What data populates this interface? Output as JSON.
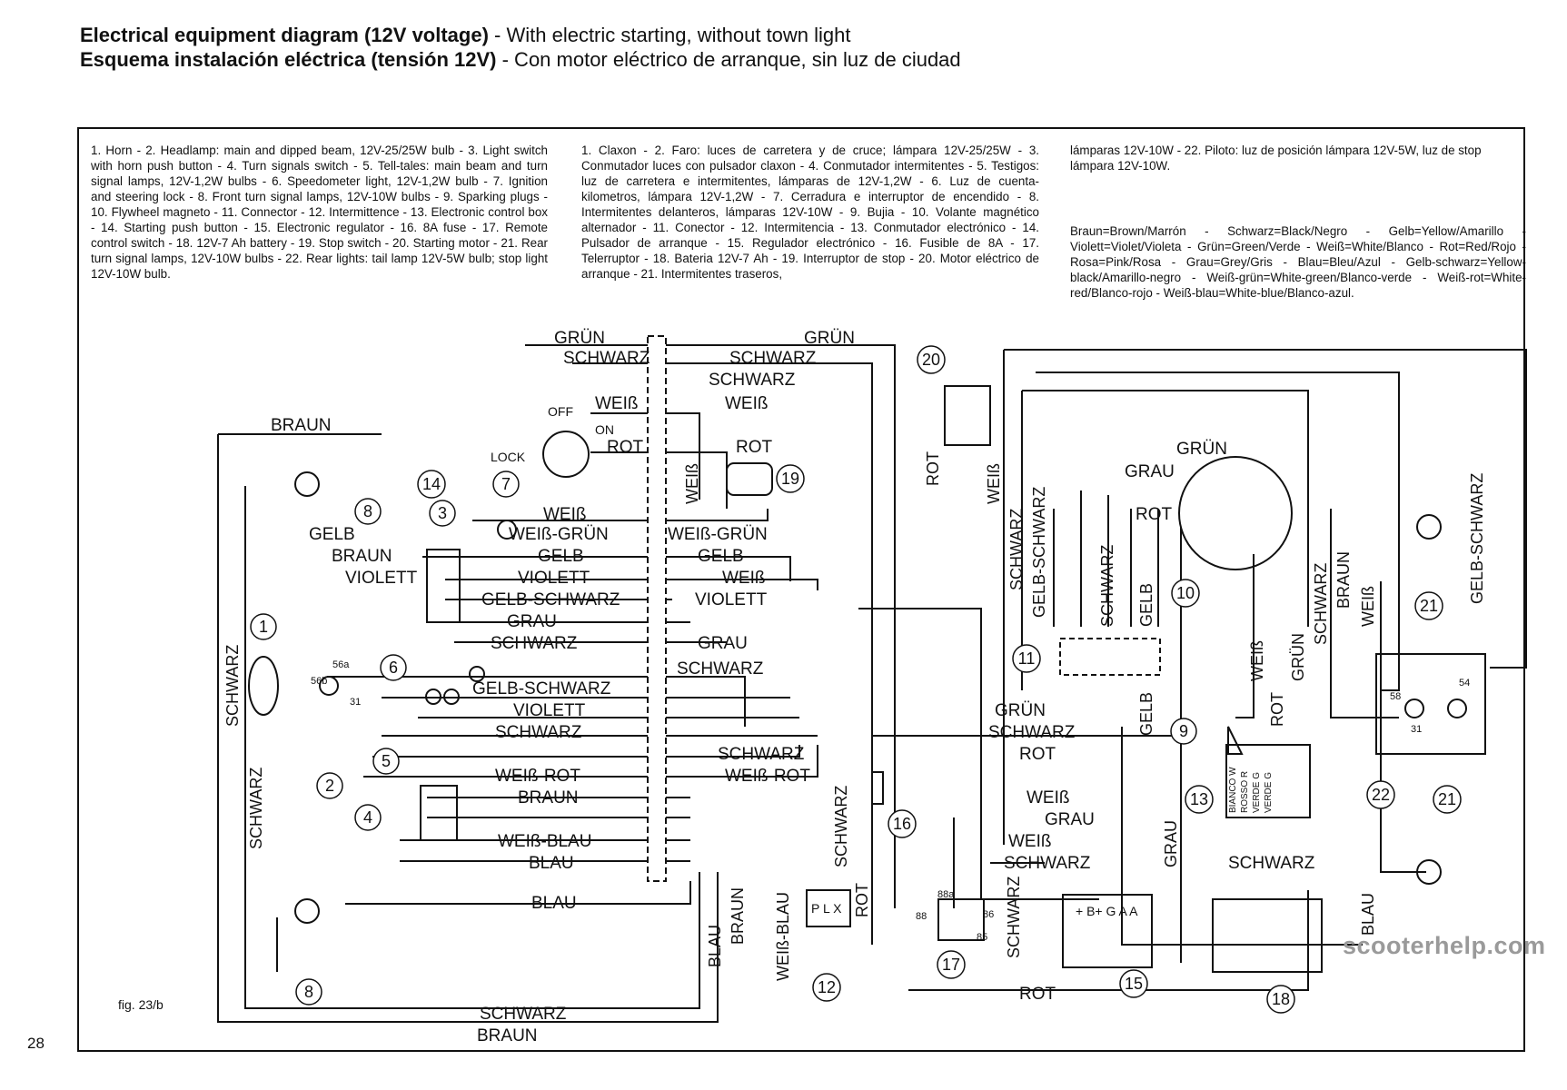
{
  "title_en": {
    "bold": "Electrical equipment diagram (12V voltage)",
    "normal": " - With electric starting, without town light"
  },
  "title_es": {
    "bold": "Esquema instalación eléctrica (tensión 12V)",
    "normal": " - Con motor eléctrico de arranque, sin luz de ciudad"
  },
  "legend_en": "1. Horn - 2. Headlamp: main and dipped beam, 12V-25/25W bulb - 3. Light switch with horn push button - 4. Turn signals switch - 5. Tell-tales: main beam and turn signal lamps, 12V-1,2W bulbs - 6. Speedometer light, 12V-1,2W bulb - 7. Ignition and steering lock - 8. Front turn signal lamps, 12V-10W bulbs - 9. Sparking plugs - 10. Flywheel magneto - 11. Connector - 12. Intermittence - 13. Electronic control box - 14. Starting push button - 15. Electronic regulator - 16. 8A fuse - 17. Remote control switch - 18. 12V-7 Ah battery - 19. Stop switch - 20. Starting motor - 21. Rear turn signal lamps, 12V-10W bulbs - 22. Rear lights: tail lamp 12V-5W bulb; stop light 12V-10W bulb.",
  "legend_es": "1. Claxon - 2. Faro: luces de carretera y de cruce; lámpara 12V-25/25W - 3. Conmutador luces con pulsador claxon - 4. Conmutador intermitentes - 5. Testigos: luz de carretera e intermitentes, lámparas de 12V-1,2W - 6. Luz de cuenta-kilometros, lámpara 12V-1,2W - 7. Cerradura e interruptor de encendido - 8. Intermitentes delanteros, lámparas 12V-10W - 9. Bujia - 10. Volante magnético alternador - 11. Conector - 12. Intermitencia - 13. Conmutador electrónico - 14. Pulsador de arranque - 15. Regulador electrónico - 16. Fusible de 8A - 17. Telerruptor - 18. Bateria 12V-7 Ah - 19. Interruptor de stop - 20. Motor eléctrico de arranque - 21. Intermitentes traseros,",
  "legend_es_cont": "lámparas 12V-10W - 22. Piloto: luz de posición lámpara 12V-5W, luz de stop lámpara 12V-10W.",
  "colors_legend": "Braun=Brown/Marrón - Schwarz=Black/Negro - Gelb=Yellow/Amarillo - Violett=Violet/Violeta - Grün=Green/Verde - Weiß=White/Blanco - Rot=Red/Rojo - Rosa=Pink/Rosa - Grau=Grey/Gris - Blau=Bleu/Azul - Gelb-schwarz=Yellow-black/Amarillo-negro - Weiß-grün=White-green/Blanco-verde - Weiß-rot=White-red/Blanco-rojo - Weiß-blau=White-blue/Blanco-azul.",
  "fig_label": "fig. 23/b",
  "page_number": "28",
  "watermark": "scooterhelp.com",
  "switch_labels": {
    "off": "OFF",
    "on": "ON",
    "lock": "LOCK"
  },
  "regulator_terminals": "+ B+ G A A",
  "fuse_block_label": "P L X",
  "box13_terminals": [
    "BIANCO W",
    "ROSSO R",
    "VERDE G",
    "VERDE G"
  ],
  "relay_terminals": {
    "t88a": "88a",
    "t88": "88",
    "t86": "86",
    "t85": "85"
  },
  "lamp_terminals": {
    "t56a": "56a",
    "t56b": "56b",
    "t31a": "31",
    "t58": "58",
    "t54": "54",
    "t31b": "31"
  },
  "wire_labels": {
    "gruen": "GRÜN",
    "schwarz": "SCHWARZ",
    "weiss": "WEIß",
    "rot": "ROT",
    "braun": "BRAUN",
    "gelb": "GELB",
    "violett": "VIOLETT",
    "grau": "GRAU",
    "blau": "BLAU",
    "weiss_gruen": "WEIß-GRÜN",
    "gelb_schwarz": "GELB-SCHWARZ",
    "weiss_rot": "WEIß-ROT",
    "weiss_blau": "WEIß-BLAU"
  },
  "component_numbers": [
    "1",
    "2",
    "3",
    "4",
    "5",
    "6",
    "7",
    "8",
    "9",
    "10",
    "11",
    "12",
    "13",
    "14",
    "15",
    "16",
    "17",
    "18",
    "19",
    "20",
    "21",
    "22"
  ]
}
